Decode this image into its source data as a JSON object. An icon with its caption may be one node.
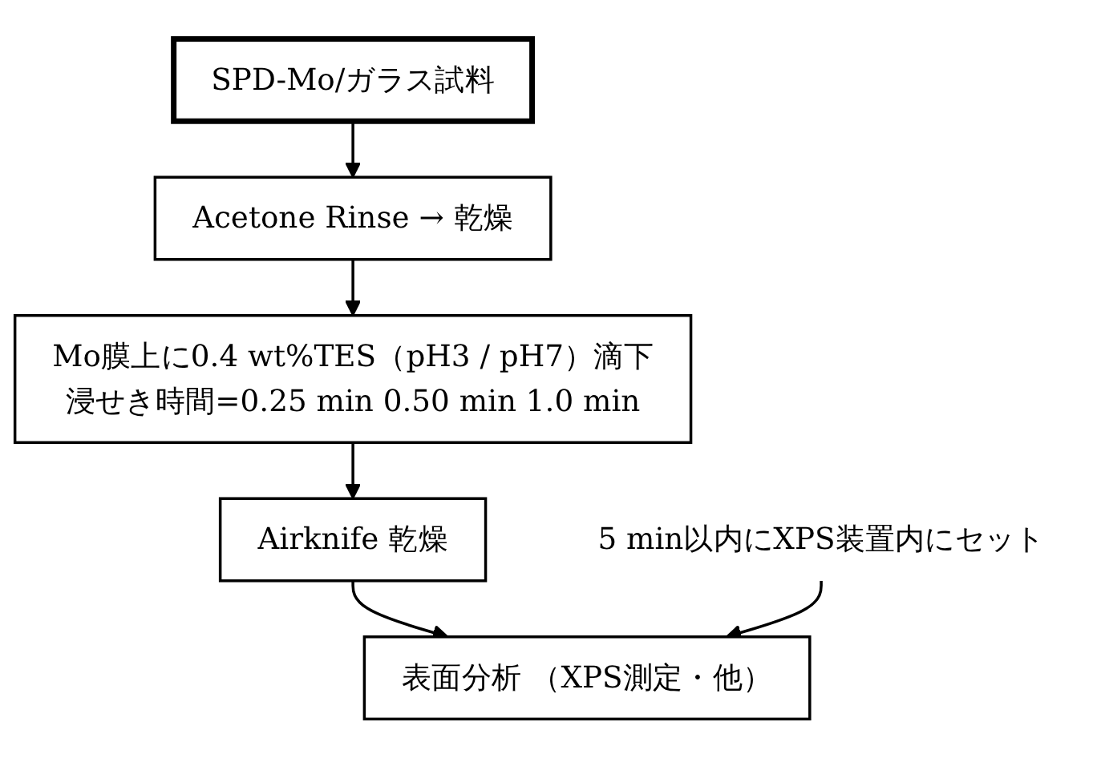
{
  "diagram": {
    "nodes": [
      {
        "text": [
          "SPD-Mo/ガラス試料"
        ]
      },
      {
        "text": [
          "Acetone Rinse → 乾燥"
        ]
      },
      {
        "text": [
          "Mo膜上に0.4 wt%TES（pH3 / pH7）滴下",
          "浸せき時間=0.25 min 0.50 min 1.0 min"
        ]
      },
      {
        "text": [
          "Airknife 乾燥"
        ]
      },
      {
        "text": [
          "表面分析 （XPS測定・他）"
        ]
      },
      {
        "text": [
          "5 min以内にXPS装置内にセット"
        ]
      }
    ],
    "edges": [
      {
        "from": 0,
        "to": 1,
        "arrow": "to"
      },
      {
        "from": 1,
        "to": 2,
        "arrow": "to"
      },
      {
        "from": 2,
        "to": 3,
        "arrow": "to"
      },
      {
        "from": 3,
        "to": 4,
        "arrow": "to"
      },
      {
        "from": 5,
        "to": 4,
        "arrow": "to"
      }
    ]
  }
}
